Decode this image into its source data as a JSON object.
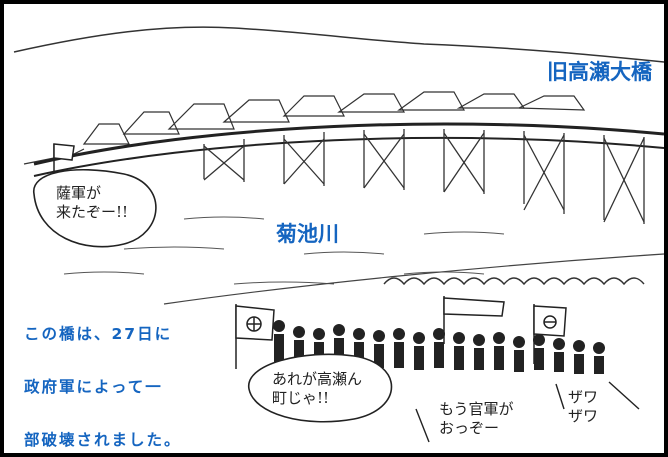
{
  "bridge_name": "旧高瀬大橋",
  "river_name": "菊池川",
  "caption_lines": [
    "この橋は、27日に",
    "政府軍によって一",
    "部破壊されました。"
  ],
  "speech": {
    "left": "薩軍が\n来たぞー!!",
    "center": "あれが高瀬ん\n町じゃ!!",
    "bottom": "もう官軍が\nおっぞー",
    "right": "ザワ\nザワ"
  },
  "colors": {
    "caption_blue": "#1565c0",
    "ink": "#222222",
    "frame": "#000000"
  }
}
